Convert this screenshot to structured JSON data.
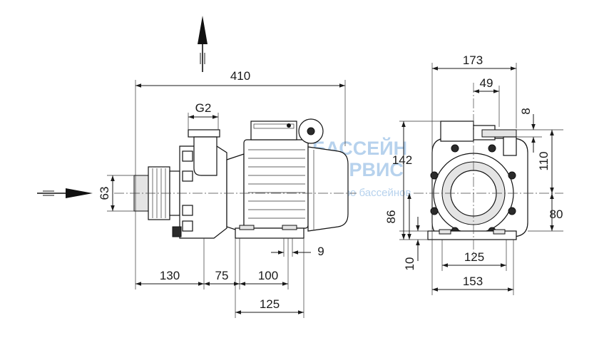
{
  "side_view": {
    "dim_overall_length": "410",
    "dim_outlet_thread": "G2",
    "dim_inlet_height": "63",
    "dim_inlet_to_body": "130",
    "dim_body_to_foot": "75",
    "dim_foot_spacing": "100",
    "dim_foot_hole": "9",
    "dim_foot_length": "125"
  },
  "front_view": {
    "dim_overall_width": "173",
    "dim_outlet_offset": "49",
    "dim_outlet_flange": "8",
    "dim_outlet_height": "142",
    "dim_outlet_to_center": "110",
    "dim_center_height": "86",
    "dim_center_height_right": "80",
    "dim_foot_thickness": "10",
    "dim_foot_hole_spacing": "125",
    "dim_foot_width": "153"
  },
  "watermark": {
    "line1": "БАССЕЙН",
    "line2": "СЕРВИС",
    "line3": "Строительство бассейнов"
  },
  "colors": {
    "line": "#1a1a1a",
    "watermark": "#9fc4e8",
    "fill_grey": "#e4e4e4"
  }
}
